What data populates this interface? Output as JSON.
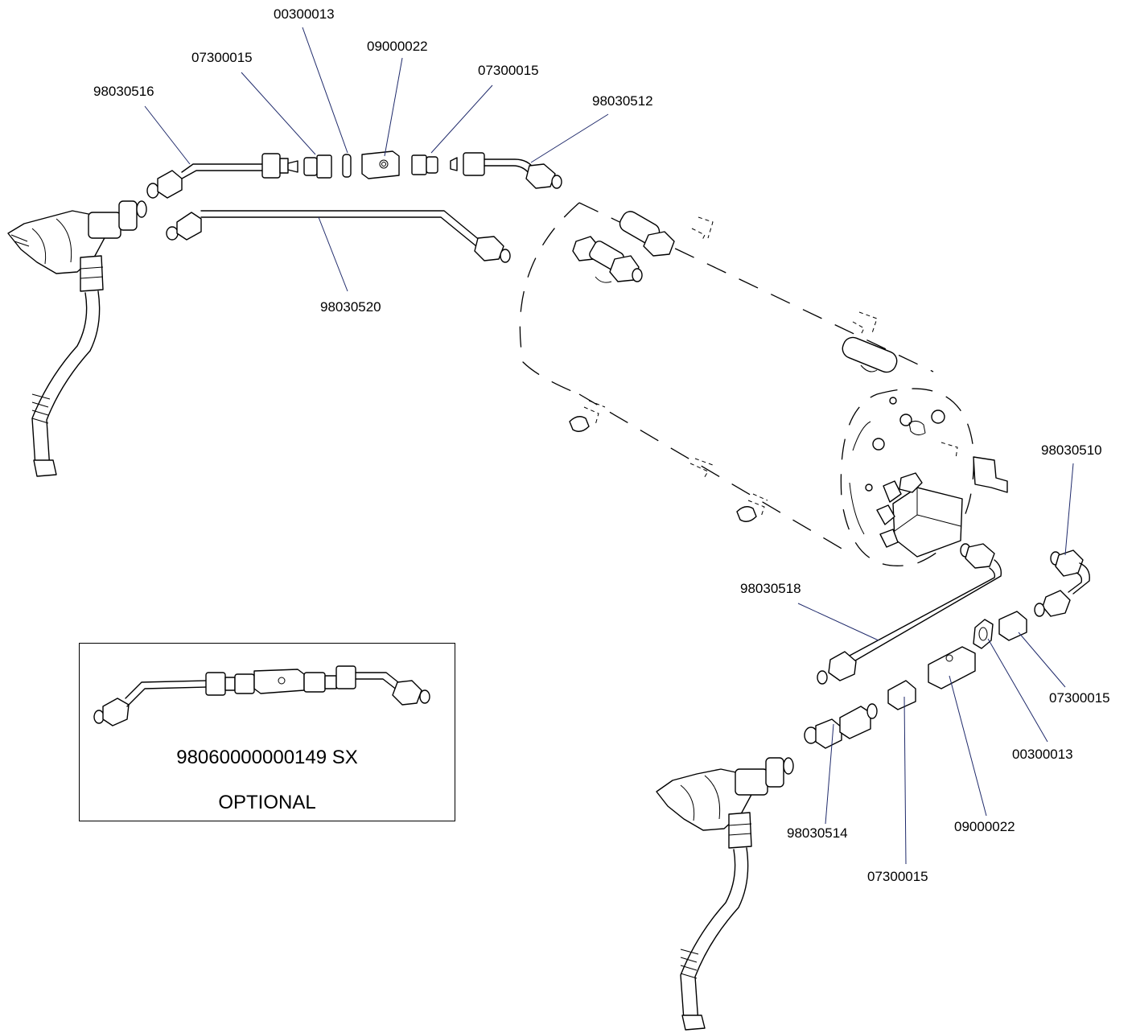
{
  "labels": {
    "top_00300013": "00300013",
    "top_09000022": "09000022",
    "top_07300015_left": "07300015",
    "top_07300015_right": "07300015",
    "top_98030516": "98030516",
    "top_98030512": "98030512",
    "mid_98030520": "98030520",
    "right_98030510": "98030510",
    "right_98030518": "98030518",
    "right_07300015_upper": "07300015",
    "right_00300013": "00300013",
    "right_09000022": "09000022",
    "right_98030514": "98030514",
    "right_07300015_lower": "07300015"
  },
  "optional_box": {
    "part_code": "98060000000149 SX",
    "note": "OPTIONAL"
  }
}
